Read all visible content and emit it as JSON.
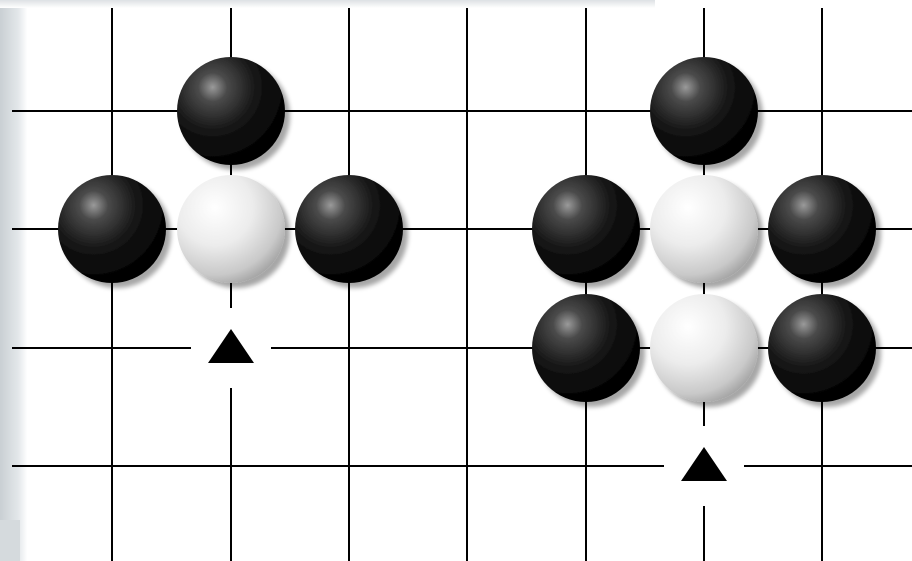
{
  "board": {
    "grid": "on",
    "columns": 8,
    "rows": 5,
    "line_color": "#000000",
    "background_color": "#ffffff",
    "texture_color": "#d8dde0"
  },
  "stone_colors": {
    "black": "#111111",
    "white": "#f2f2f2"
  },
  "diagrams": [
    {
      "label": "left-diagram",
      "stones": [
        {
          "color": "black",
          "col": 2,
          "row": 0
        },
        {
          "color": "black",
          "col": 1,
          "row": 1
        },
        {
          "color": "white",
          "col": 2,
          "row": 1
        },
        {
          "color": "black",
          "col": 3,
          "row": 1
        }
      ],
      "markers": [
        {
          "shape": "triangle",
          "col": 2,
          "row": 2
        }
      ]
    },
    {
      "label": "right-diagram",
      "stones": [
        {
          "color": "black",
          "col": 6,
          "row": 0
        },
        {
          "color": "black",
          "col": 5,
          "row": 1
        },
        {
          "color": "white",
          "col": 6,
          "row": 1
        },
        {
          "color": "black",
          "col": 7,
          "row": 1
        },
        {
          "color": "black",
          "col": 5,
          "row": 2
        },
        {
          "color": "white",
          "col": 6,
          "row": 2
        },
        {
          "color": "black",
          "col": 7,
          "row": 2
        }
      ],
      "markers": [
        {
          "shape": "triangle",
          "col": 6,
          "row": 3
        }
      ]
    }
  ]
}
